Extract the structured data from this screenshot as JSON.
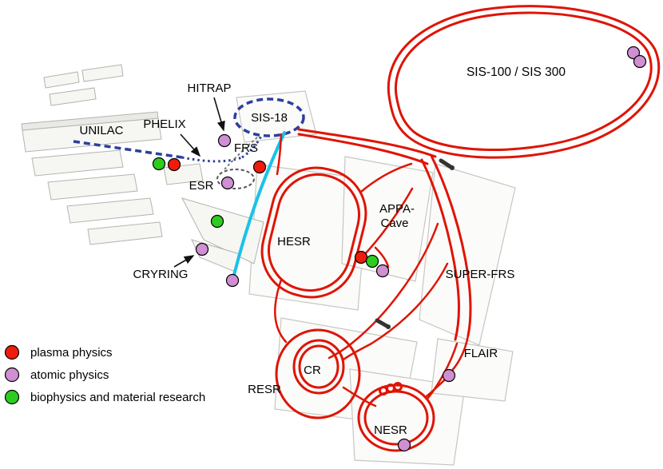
{
  "labels": {
    "unilac": "UNILAC",
    "phelix": "PHELIX",
    "hitrap": "HITRAP",
    "sis18": "SIS-18",
    "frs": "FRS",
    "esr": "ESR",
    "cryring": "CRYRING",
    "hesr": "HESR",
    "appa_line1": "APPA-",
    "appa_line2": "Cave",
    "sis100": "SIS-100 / SIS 300",
    "super_frs": "SUPER-FRS",
    "cr": "CR",
    "resr": "RESR",
    "nesr": "NESR",
    "flair": "FLAIR"
  },
  "legend": {
    "items": [
      {
        "id": "plasma",
        "label": "plasma physics",
        "color": "#ee1c0c"
      },
      {
        "id": "atomic",
        "label": "atomic physics",
        "color": "#cf8fd2"
      },
      {
        "id": "biophysics",
        "label": "biophysics and material research",
        "color": "#2ecc1e"
      }
    ]
  },
  "colors": {
    "existing_beamline_blue": "#2b3f9e",
    "new_beamline_red": "#df1404",
    "cryring_line_cyan": "#1ac2e8"
  }
}
